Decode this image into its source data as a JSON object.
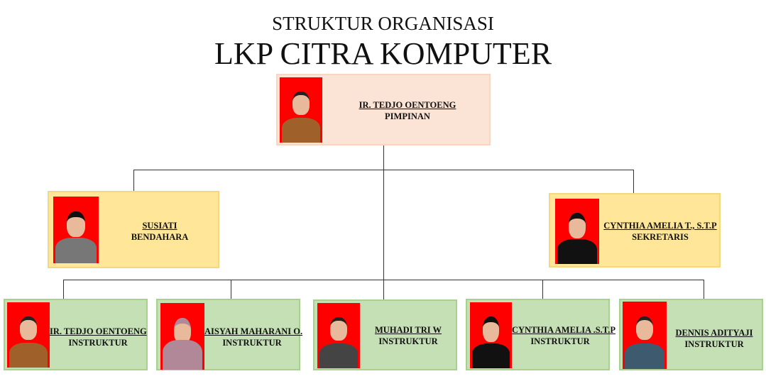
{
  "title": {
    "line1": "STRUKTUR ORGANISASI",
    "line2": "LKP CITRA KOMPUTER"
  },
  "leader": {
    "name": "IR. TEDJO OENTOENG",
    "role": "PIMPINAN"
  },
  "treasurer": {
    "name": "SUSIATI",
    "role": "BENDAHARA"
  },
  "secretary": {
    "name": "CYNTHIA AMELIA T., S.T.P",
    "role": "SEKRETARIS"
  },
  "instructors": [
    {
      "name": "IR. TEDJO OENTOENG",
      "role": "INSTRUKTUR"
    },
    {
      "name": "AISYAH MAHARANI O.",
      "role": "INSTRUKTUR"
    },
    {
      "name": "MUHADI TRI W",
      "role": "INSTRUKTUR"
    },
    {
      "name": "CYNTHIA AMELIA .S.T.P",
      "role": "INSTRUKTUR"
    },
    {
      "name": "DENNIS ADITYAJI",
      "role": "INSTRUKTUR"
    }
  ],
  "colors": {
    "leader_bg": "#fbe4d5",
    "staff_bg": "#ffe699",
    "instructor_bg": "#c5e0b4",
    "photo_bg": "#ff0000"
  }
}
